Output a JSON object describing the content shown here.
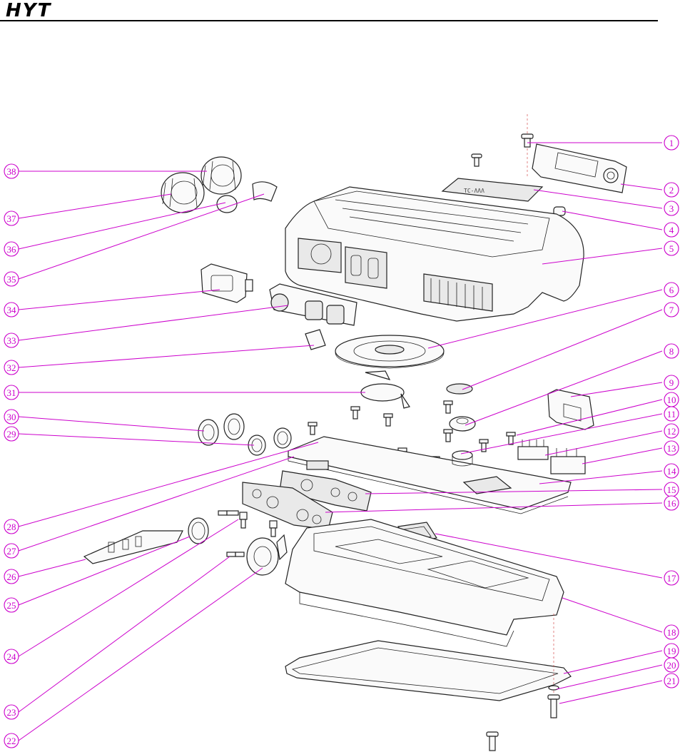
{
  "header": {
    "logo": "HYT"
  },
  "callouts": [
    {
      "n": "1",
      "label": "1"
    },
    {
      "n": "2",
      "label": "2"
    },
    {
      "n": "3",
      "label": "3"
    },
    {
      "n": "4",
      "label": "4"
    },
    {
      "n": "5",
      "label": "5"
    },
    {
      "n": "6",
      "label": "6"
    },
    {
      "n": "7",
      "label": "7"
    },
    {
      "n": "8",
      "label": "8"
    },
    {
      "n": "9",
      "label": "9"
    },
    {
      "n": "10",
      "label": "10"
    },
    {
      "n": "11",
      "label": "11"
    },
    {
      "n": "12",
      "label": "12"
    },
    {
      "n": "13",
      "label": "13"
    },
    {
      "n": "14",
      "label": "14"
    },
    {
      "n": "15",
      "label": "15"
    },
    {
      "n": "16",
      "label": "16"
    },
    {
      "n": "17",
      "label": "17"
    },
    {
      "n": "18",
      "label": "18"
    },
    {
      "n": "19",
      "label": "19"
    },
    {
      "n": "20",
      "label": "20"
    },
    {
      "n": "21",
      "label": "21"
    },
    {
      "n": "22",
      "label": "22"
    },
    {
      "n": "23",
      "label": "23"
    },
    {
      "n": "24",
      "label": "24"
    },
    {
      "n": "25",
      "label": "25"
    },
    {
      "n": "26",
      "label": "26"
    },
    {
      "n": "27",
      "label": "27"
    },
    {
      "n": "28",
      "label": "28"
    },
    {
      "n": "29",
      "label": "29"
    },
    {
      "n": "30",
      "label": "30"
    },
    {
      "n": "31",
      "label": "31"
    },
    {
      "n": "32",
      "label": "32"
    },
    {
      "n": "33",
      "label": "33"
    },
    {
      "n": "34",
      "label": "34"
    },
    {
      "n": "35",
      "label": "35"
    },
    {
      "n": "36",
      "label": "36"
    },
    {
      "n": "37",
      "label": "37"
    },
    {
      "n": "38",
      "label": "38"
    }
  ],
  "colors": {
    "callout": "#cc00cc",
    "linework": "#222222"
  }
}
